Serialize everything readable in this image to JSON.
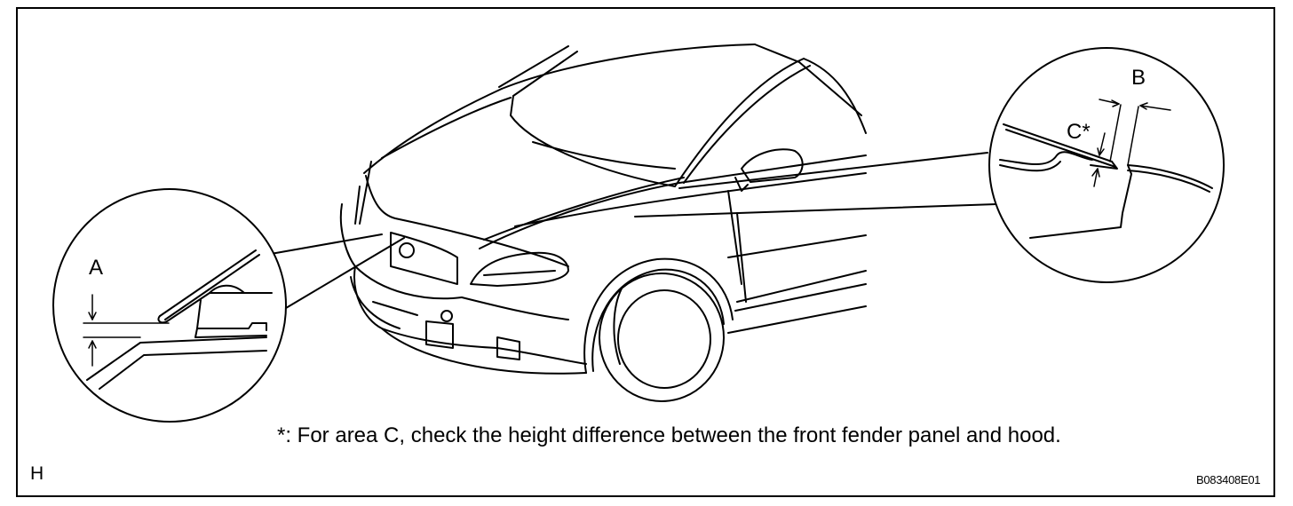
{
  "labels": {
    "a": "A",
    "b": "B",
    "c": "C*"
  },
  "note": "*: For area C, check the height difference between the front fender panel and hood.",
  "corner_code": "H",
  "figure_id": "B083408E01",
  "colors": {
    "line": "#000000",
    "background": "#ffffff"
  }
}
